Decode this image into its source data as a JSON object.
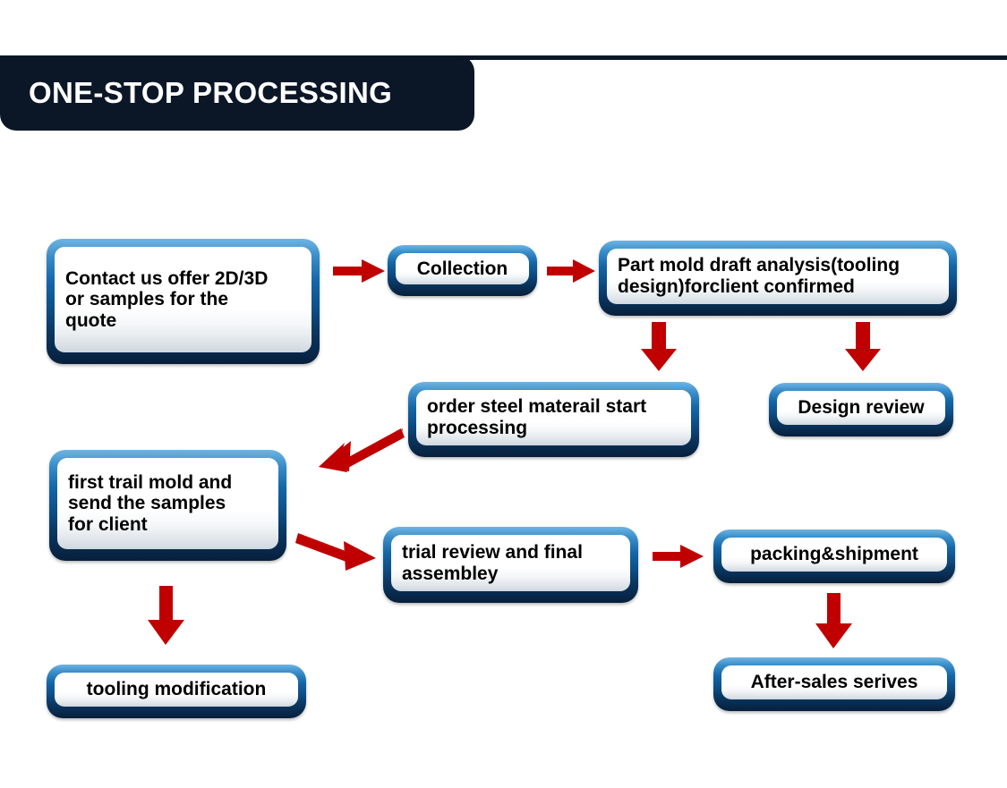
{
  "header": {
    "title": "ONE-STOP PROCESSING",
    "banner_color": "#0b1727",
    "title_color": "#ffffff"
  },
  "theme": {
    "box_border_top": "#6fb4e2",
    "box_border_bottom": "#071f3c",
    "box_fill": "#ffffff",
    "text_color": "#000000",
    "arrow_color": "#c00000",
    "background": "#ffffff"
  },
  "flowchart": {
    "nodes": [
      {
        "id": "contact",
        "label": "Contact us offer 2D/3D\nor samples for the\nquote"
      },
      {
        "id": "collection",
        "label": "Collection"
      },
      {
        "id": "part-mold",
        "label": "Part mold draft analysis(tooling\ndesign)forclient confirmed"
      },
      {
        "id": "order-steel",
        "label": "order steel materail start\nprocessing"
      },
      {
        "id": "design-review",
        "label": "Design review"
      },
      {
        "id": "first-trail",
        "label": "first trail mold and\nsend the samples\nfor client"
      },
      {
        "id": "trial-review",
        "label": "trial review and final\nassembley"
      },
      {
        "id": "packing",
        "label": "packing&shipment"
      },
      {
        "id": "tooling-mod",
        "label": "tooling modification"
      },
      {
        "id": "after-sales",
        "label": "After-sales serives"
      }
    ],
    "connections": [
      {
        "from": "contact",
        "to": "collection",
        "direction": "right"
      },
      {
        "from": "collection",
        "to": "part-mold",
        "direction": "right"
      },
      {
        "from": "part-mold",
        "to": "order-steel",
        "direction": "down"
      },
      {
        "from": "part-mold",
        "to": "design-review",
        "direction": "down"
      },
      {
        "from": "order-steel",
        "to": "first-trail",
        "direction": "down-left"
      },
      {
        "from": "first-trail",
        "to": "trial-review",
        "direction": "down-right"
      },
      {
        "from": "first-trail",
        "to": "tooling-mod",
        "direction": "down"
      },
      {
        "from": "trial-review",
        "to": "packing",
        "direction": "right"
      },
      {
        "from": "packing",
        "to": "after-sales",
        "direction": "down"
      }
    ]
  }
}
